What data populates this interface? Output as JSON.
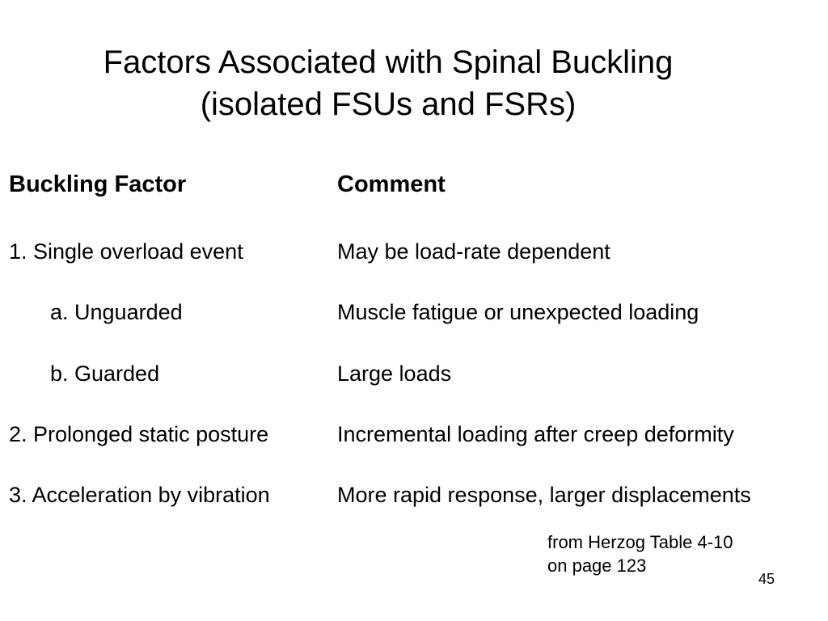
{
  "slide": {
    "title_line1": "Factors Associated with Spinal Buckling",
    "title_line2": "(isolated FSUs and FSRs)",
    "table": {
      "header_factor": "Buckling Factor",
      "header_comment": "Comment",
      "rows": [
        {
          "factor": "1. Single overload event",
          "comment": "May be load-rate dependent"
        },
        {
          "factor": "a. Unguarded",
          "comment": "Muscle fatigue or unexpected loading"
        },
        {
          "factor": "b. Guarded",
          "comment": "Large loads"
        },
        {
          "factor": "2. Prolonged static posture",
          "comment": "Incremental loading after creep deformity"
        },
        {
          "factor": "3. Acceleration by vibration",
          "comment": "More rapid response, larger displacements"
        }
      ]
    },
    "source_line1": "from Herzog Table 4-10",
    "source_line2": "on page 123",
    "slide_number": "45"
  }
}
